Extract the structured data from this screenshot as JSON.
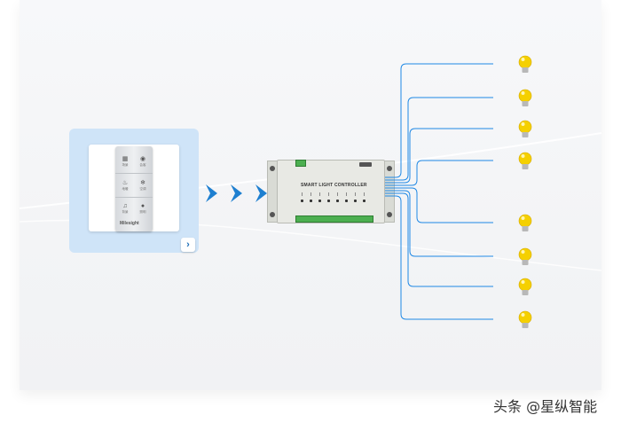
{
  "switch_panel": {
    "keys": [
      {
        "icon": "grid-icon",
        "glyph": "▦",
        "label": "场景"
      },
      {
        "icon": "dial-icon",
        "glyph": "◉",
        "label": "会客"
      },
      {
        "icon": "flame-icon",
        "glyph": "♨",
        "label": "地暖"
      },
      {
        "icon": "snowflake-icon",
        "glyph": "❄",
        "label": "空调"
      },
      {
        "icon": "music-icon",
        "glyph": "♫",
        "label": "背景"
      },
      {
        "icon": "bulb-icon",
        "glyph": "●",
        "label": "照明"
      }
    ],
    "brand": "Milesight",
    "corner_glyph": "›"
  },
  "arrows": {
    "count": 3,
    "color": "#1e7fd0"
  },
  "controller": {
    "title": "SMART LIGHT CONTROLLER",
    "channels": 8,
    "body_color": "#e8e9e4",
    "terminal_color": "#4caf50"
  },
  "wires": {
    "color": "#1e88e5",
    "count": 8
  },
  "bulbs": {
    "count": 8,
    "color": "#f5d000"
  },
  "watermark": "头条 @星纵智能"
}
